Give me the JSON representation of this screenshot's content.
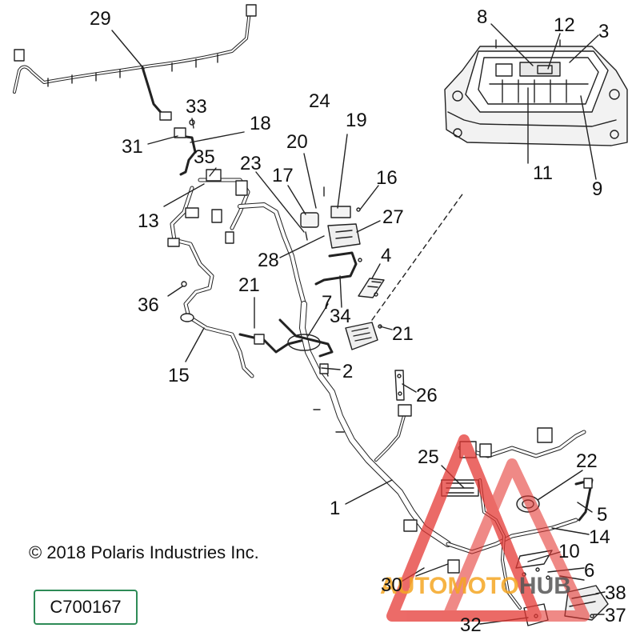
{
  "copyright": "© 2018 Polaris Industries Inc.",
  "figure_id": "C700167",
  "watermark": "AUTOMOTOHUB",
  "callouts": [
    {
      "key": "c29",
      "text": "29"
    },
    {
      "key": "c8",
      "text": "8"
    },
    {
      "key": "c12",
      "text": "12"
    },
    {
      "key": "c3",
      "text": "3"
    },
    {
      "key": "c33",
      "text": "33"
    },
    {
      "key": "c18",
      "text": "18"
    },
    {
      "key": "c24",
      "text": "24"
    },
    {
      "key": "c19",
      "text": "19"
    },
    {
      "key": "c31",
      "text": "31"
    },
    {
      "key": "c35",
      "text": "35"
    },
    {
      "key": "c20",
      "text": "20"
    },
    {
      "key": "c11",
      "text": "11"
    },
    {
      "key": "c9",
      "text": "9"
    },
    {
      "key": "c23",
      "text": "23"
    },
    {
      "key": "c17",
      "text": "17"
    },
    {
      "key": "c16",
      "text": "16"
    },
    {
      "key": "c13",
      "text": "13"
    },
    {
      "key": "c27",
      "text": "27"
    },
    {
      "key": "c28",
      "text": "28"
    },
    {
      "key": "c4",
      "text": "4"
    },
    {
      "key": "c21a",
      "text": "21"
    },
    {
      "key": "c36",
      "text": "36"
    },
    {
      "key": "c7",
      "text": "7"
    },
    {
      "key": "c34",
      "text": "34"
    },
    {
      "key": "c21b",
      "text": "21"
    },
    {
      "key": "c15",
      "text": "15"
    },
    {
      "key": "c2",
      "text": "2"
    },
    {
      "key": "c26",
      "text": "26"
    },
    {
      "key": "c25",
      "text": "25"
    },
    {
      "key": "c22",
      "text": "22"
    },
    {
      "key": "c5",
      "text": "5"
    },
    {
      "key": "c1",
      "text": "1"
    },
    {
      "key": "c14",
      "text": "14"
    },
    {
      "key": "c10",
      "text": "10"
    },
    {
      "key": "c6",
      "text": "6"
    },
    {
      "key": "c30",
      "text": "30"
    },
    {
      "key": "c38",
      "text": "38"
    },
    {
      "key": "c37",
      "text": "37"
    },
    {
      "key": "c32",
      "text": "32"
    }
  ],
  "colors": {
    "line": "#222222",
    "harness": "#ffffff",
    "fusebox_fill": "#f2f2f2",
    "frame_border": "#2e8b57",
    "watermark_red": "#e53935",
    "watermark_orange": "#f5a623",
    "watermark_gray": "#555555"
  }
}
